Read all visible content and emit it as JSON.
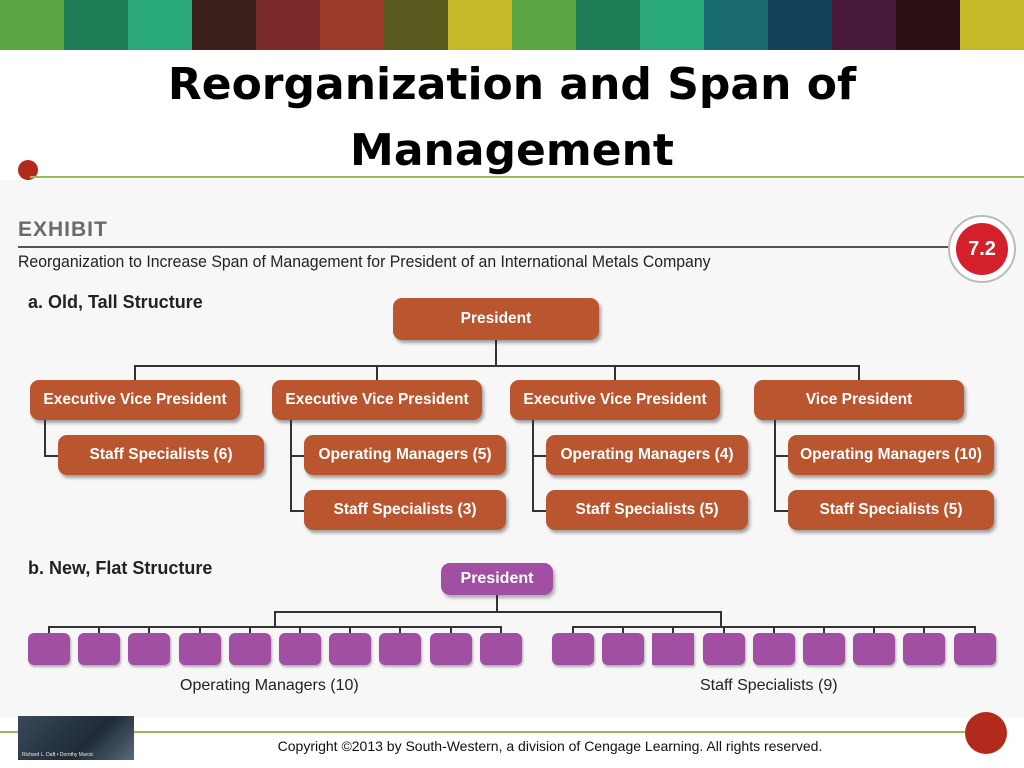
{
  "slide": {
    "title_line1": "Reorganization and Span of",
    "title_line2": "Management",
    "copyright": "Copyright ©2013 by South-Western, a division of Cengage Learning. All rights reserved.",
    "thumbnail_caption": "Richard L. Daft • Dorothy Marcic",
    "stripe_colors": [
      "#5aa642",
      "#1e7d55",
      "#29a878",
      "#3b1f1a",
      "#7a2a2a",
      "#9c3b2a",
      "#5a5a1e",
      "#c7b828",
      "#5aa642",
      "#1e7d55",
      "#29a878",
      "#1a6b6e",
      "#13405a",
      "#4a1a3a",
      "#2a1014",
      "#c7b828"
    ]
  },
  "exhibit": {
    "label": "EXHIBIT",
    "number": "7.2",
    "caption": "Reorganization to Increase Span of Management for President of an International Metals Company"
  },
  "old_structure": {
    "heading": "a. Old, Tall Structure",
    "president": "President",
    "branches": [
      {
        "head": "Executive Vice President",
        "reports": [
          "Staff Specialists (6)"
        ]
      },
      {
        "head": "Executive Vice President",
        "reports": [
          "Operating Managers (5)",
          "Staff Specialists (3)"
        ]
      },
      {
        "head": "Executive Vice President",
        "reports": [
          "Operating Managers (4)",
          "Staff Specialists (5)"
        ]
      },
      {
        "head": "Vice President",
        "reports": [
          "Operating Managers (10)",
          "Staff Specialists (5)"
        ]
      }
    ]
  },
  "new_structure": {
    "heading": "b. New, Flat Structure",
    "president": "President",
    "groups": [
      {
        "label": "Operating Managers (10)",
        "count": 10
      },
      {
        "label": "Staff Specialists (9)",
        "count": 9
      }
    ]
  },
  "colors": {
    "orange_box": "#b9562f",
    "purple_box": "#a04fa3",
    "accent_green": "#9bbb59",
    "badge_red": "#d4202a"
  }
}
